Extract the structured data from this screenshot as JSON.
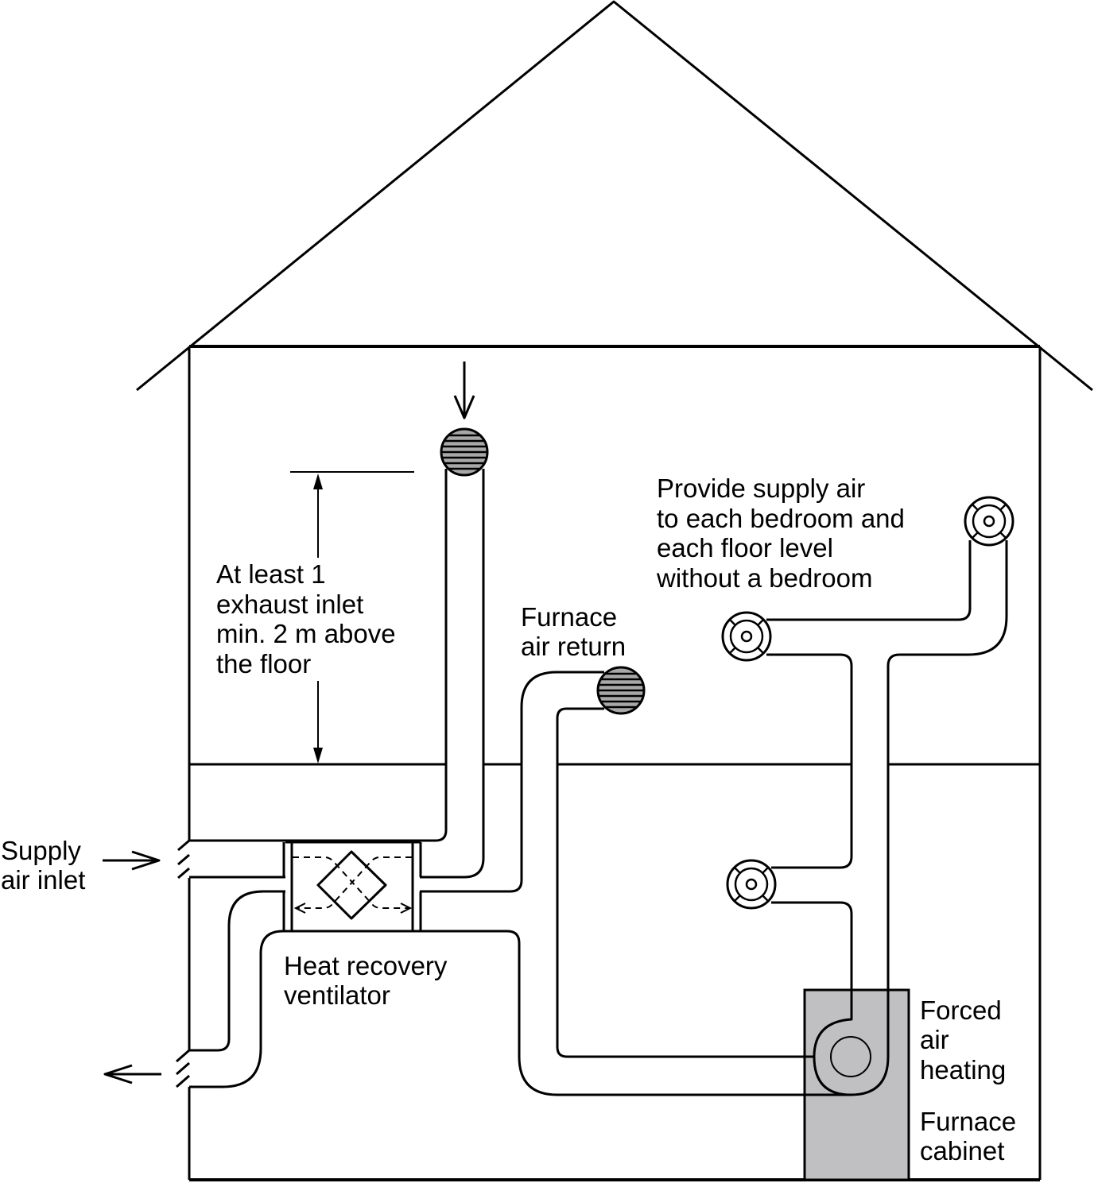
{
  "diagram": {
    "title": "Heat recovery ventilator with forced air heating system",
    "colors": {
      "line": "#000000",
      "background": "#ffffff",
      "cabinet_fill": "#c0c0c2",
      "grille_fill": "#a8a8a8"
    },
    "labels": {
      "exhaust_note": [
        "At least 1",
        "exhaust inlet",
        "min. 2 m above",
        "the floor"
      ],
      "furnace_return": [
        "Furnace",
        "air return"
      ],
      "supply_note": [
        "Provide supply air",
        "to each bedroom and",
        "each floor level",
        "without a bedroom"
      ],
      "supply_inlet": [
        "Supply",
        "air inlet"
      ],
      "hrv": [
        "Heat recovery",
        "ventilator"
      ],
      "forced_air": [
        "Forced",
        "air",
        "heating"
      ],
      "furnace_cabinet": [
        "Furnace",
        "cabinet"
      ]
    },
    "icons": {
      "exhaust_grille": "exhaust-grille-icon",
      "return_grille": "return-grille-icon",
      "supply_diffuser": "supply-diffuser-icon",
      "hrv_core": "heat-exchanger-core-icon",
      "blower": "blower-fan-icon",
      "wall_vent": "wall-vent-icon"
    }
  }
}
